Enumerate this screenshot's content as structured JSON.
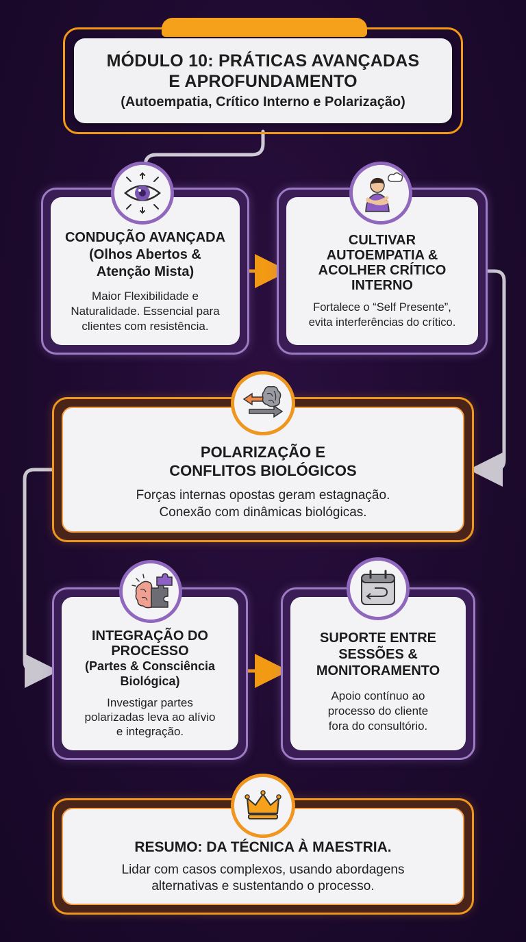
{
  "header": {
    "title_line1": "MÓDULO 10: PRÁTICAS AVANÇADAS",
    "title_line2": "E APROFUNDAMENTO",
    "subtitle": "(Autoempatia, Crítico Interno e Polarização)"
  },
  "steps": [
    {
      "icon": "eye-icon",
      "heading_lines": [
        "CONDUÇÃO AVANÇADA",
        "(Olhos Abertos &",
        "Atenção Mista)"
      ],
      "text_lines": [
        "Maior Flexibilidade e",
        "Naturalidade. Essencial para",
        "clientes com resistência."
      ]
    },
    {
      "icon": "self-hug-icon",
      "heading_lines": [
        "CULTIVAR",
        "AUTOEMPATIA &",
        "ACOLHER CRÍTICO",
        "INTERNO"
      ],
      "text_lines": [
        "Fortalece o “Self Presente”,",
        "evita interferências do crítico."
      ]
    },
    {
      "icon": "brain-arrows-icon",
      "heading_lines": [
        "POLARIZAÇÃO E",
        "CONFLITOS BIOLÓGICOS"
      ],
      "text_lines": [
        "Forças internas opostas geram estagnação.",
        "Conexão com dinâmicas biológicas."
      ]
    },
    {
      "icon": "brain-puzzle-icon",
      "heading_lines": [
        "INTEGRAÇÃO DO",
        "PROCESSO",
        "(Partes & Consciência",
        "Biológica)"
      ],
      "text_lines": [
        "Investigar partes",
        "polarizadas leva ao alívio",
        "e integração."
      ]
    },
    {
      "icon": "calendar-icon",
      "heading_lines": [
        "SUPORTE ENTRE",
        "SESSÕES &",
        "MONITORAMENTO"
      ],
      "text_lines": [
        "Apoio contínuo ao",
        "processo do cliente",
        "fora do consultório."
      ]
    }
  ],
  "summary": {
    "icon": "crown-icon",
    "heading": "RESUMO: DA TÉCNICA À MAESTRIA.",
    "text_lines": [
      "Lidar com casos complexos, usando abordagens",
      "alternativas e sustentando o processo."
    ]
  },
  "colors": {
    "background": "#1d0a2e",
    "accent_orange": "#ef9620",
    "accent_purple": "#9d7ac4",
    "card": "#f3f3f5"
  }
}
